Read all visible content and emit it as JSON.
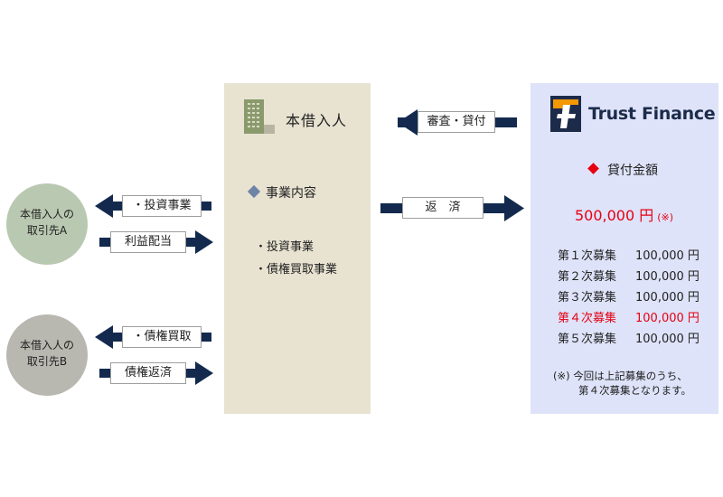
{
  "borrower": {
    "title": "本借入人",
    "business_heading": "事業内容",
    "business_items": [
      "・投資事業",
      "・債権買取事業"
    ]
  },
  "partners": {
    "a": {
      "line1": "本借入人の",
      "line2": "取引先A"
    },
    "b": {
      "line1": "本借入人の",
      "line2": "取引先B"
    }
  },
  "arrows": {
    "investment": "・投資事業",
    "profit": "利益配当",
    "purchase": "・債権買取",
    "repayment_b": "債権返済",
    "review_loan": "審査・貸付",
    "repay": "返　済"
  },
  "trust_finance": {
    "name": "Trust Finance",
    "amount_label": "貸付金額",
    "amount_value": "500,000 円",
    "amount_note": "(※)",
    "rounds": [
      {
        "name": "第１次募集",
        "amount": "100,000 円"
      },
      {
        "name": "第２次募集",
        "amount": "100,000 円"
      },
      {
        "name": "第３次募集",
        "amount": "100,000 円"
      },
      {
        "name": "第４次募集",
        "amount": "100,000 円"
      },
      {
        "name": "第５次募集",
        "amount": "100,000 円"
      }
    ],
    "highlight_index": 3,
    "footnote_line1": "(※) 今回は上記募集のうち、",
    "footnote_line2": "第４次募集となります。"
  },
  "colors": {
    "arrow": "#132a4e",
    "accent_red": "#e60012",
    "borrower_bg": "#e8e3d1",
    "tf_bg": "#dee3f9"
  }
}
